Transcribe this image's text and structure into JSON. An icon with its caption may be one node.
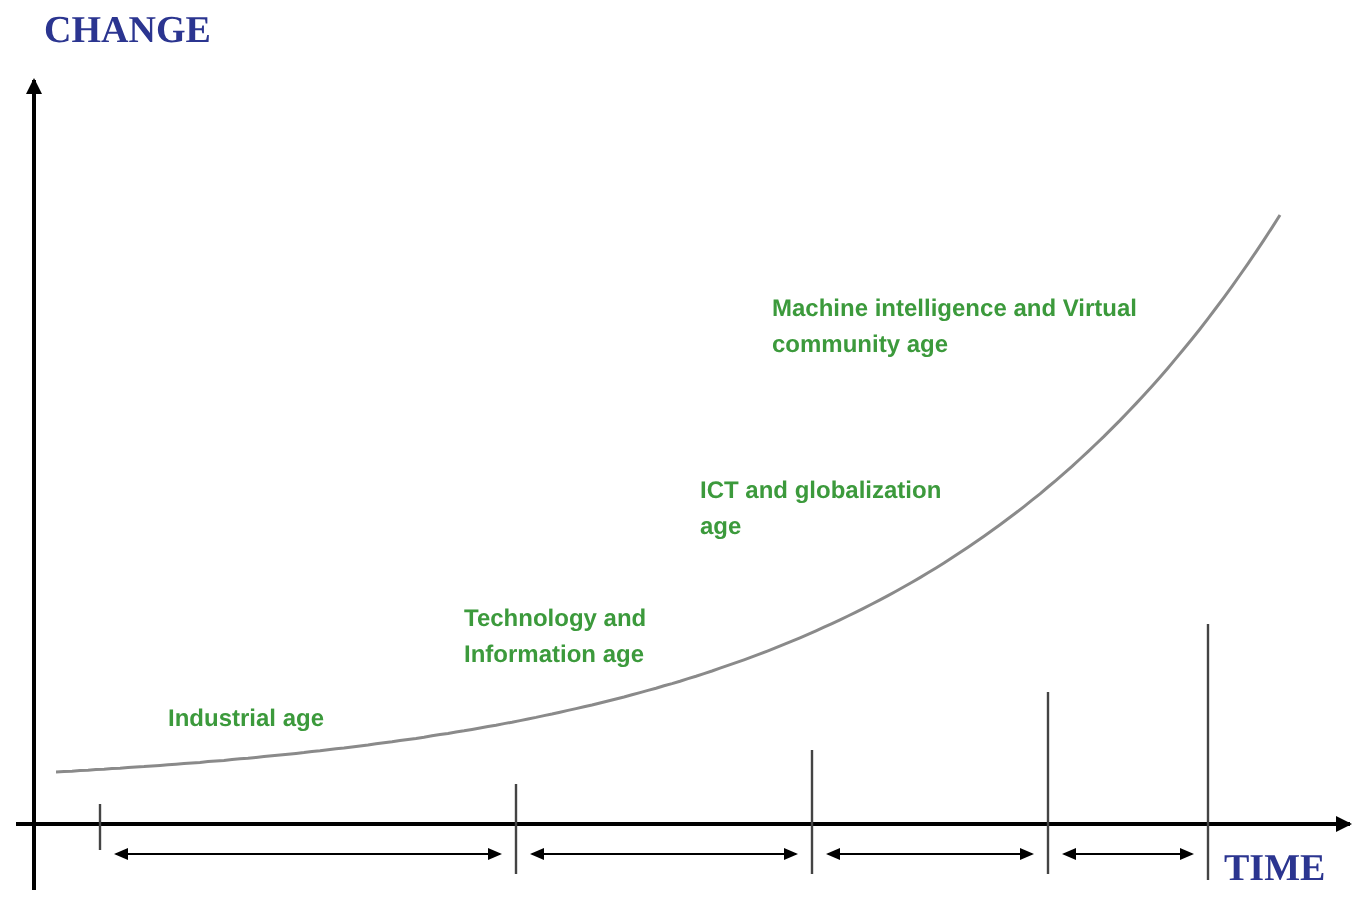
{
  "diagram": {
    "labels": [
      "CHANGE",
      "Industrial age",
      "Technology and Information age",
      "ICT and globalization age",
      "Machine intelligence and Virtual community age",
      "TIME"
    ]
  }
}
